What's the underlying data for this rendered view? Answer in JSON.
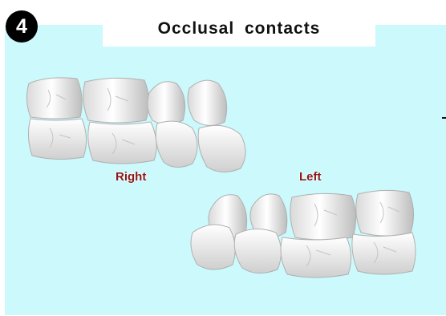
{
  "step_number": "4",
  "title": "Occlusal  contacts",
  "labels": {
    "right": "Right",
    "left": "Left"
  },
  "colors": {
    "panel_background": "#ccf9fc",
    "label_color": "#8b1a1a",
    "badge_background": "#000000"
  },
  "icons": {
    "right_side_teeth": "teeth-right-illustration",
    "left_side_teeth": "teeth-left-illustration"
  }
}
